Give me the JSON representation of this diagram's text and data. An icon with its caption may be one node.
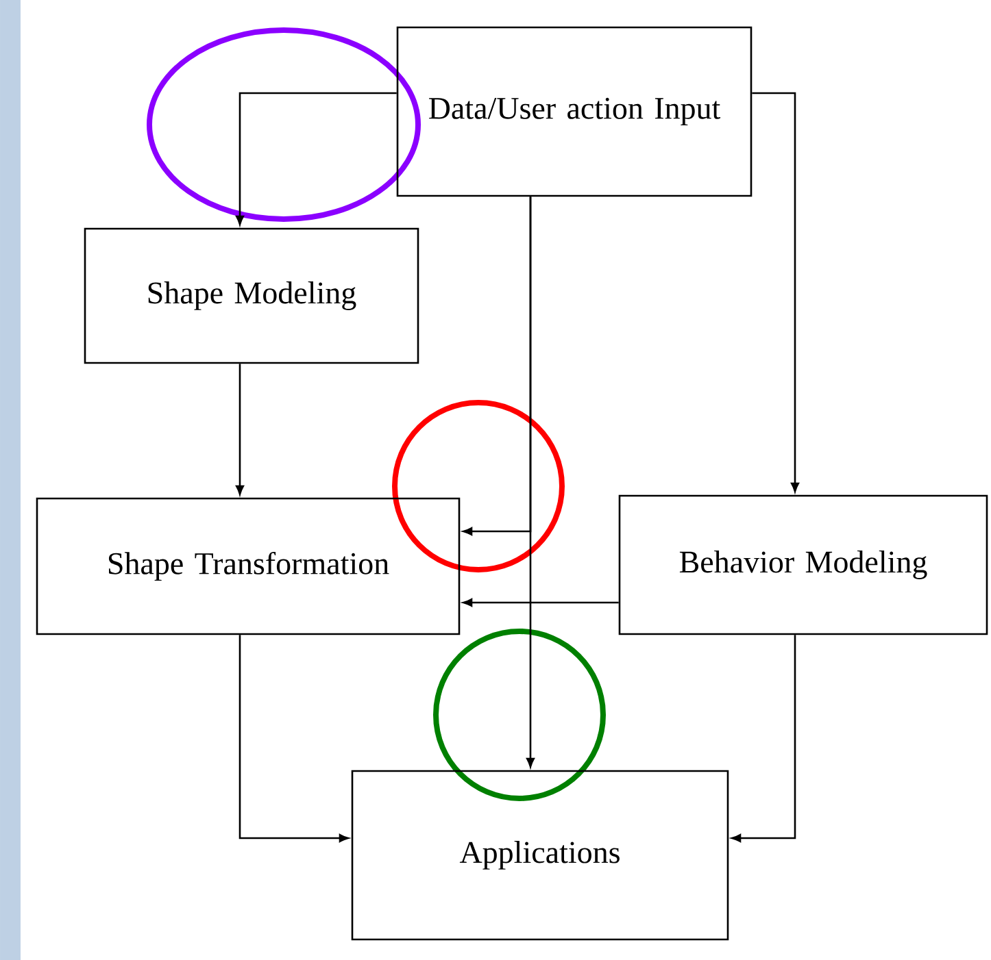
{
  "diagram": {
    "nodes": [
      {
        "text": [
          "Data/User action Input"
        ]
      },
      {
        "text": [
          "Shape Modeling"
        ]
      },
      {
        "text": [
          "Shape Transformation"
        ]
      },
      {
        "text": [
          "Behavior Modeling"
        ]
      },
      {
        "text": [
          "Applications"
        ]
      }
    ],
    "edges": [
      {
        "from": 0,
        "to": 1,
        "arrow": "to"
      },
      {
        "from": 0,
        "to": 3,
        "arrow": "to"
      },
      {
        "from": 0,
        "to": 4,
        "arrow": "to"
      },
      {
        "from": 0,
        "to": 2,
        "arrow": "to"
      },
      {
        "from": 1,
        "to": 2,
        "arrow": "to"
      },
      {
        "from": 3,
        "to": 2,
        "arrow": "to"
      },
      {
        "from": 2,
        "to": 4,
        "arrow": "to"
      },
      {
        "from": 3,
        "to": 4,
        "arrow": "to"
      }
    ]
  }
}
